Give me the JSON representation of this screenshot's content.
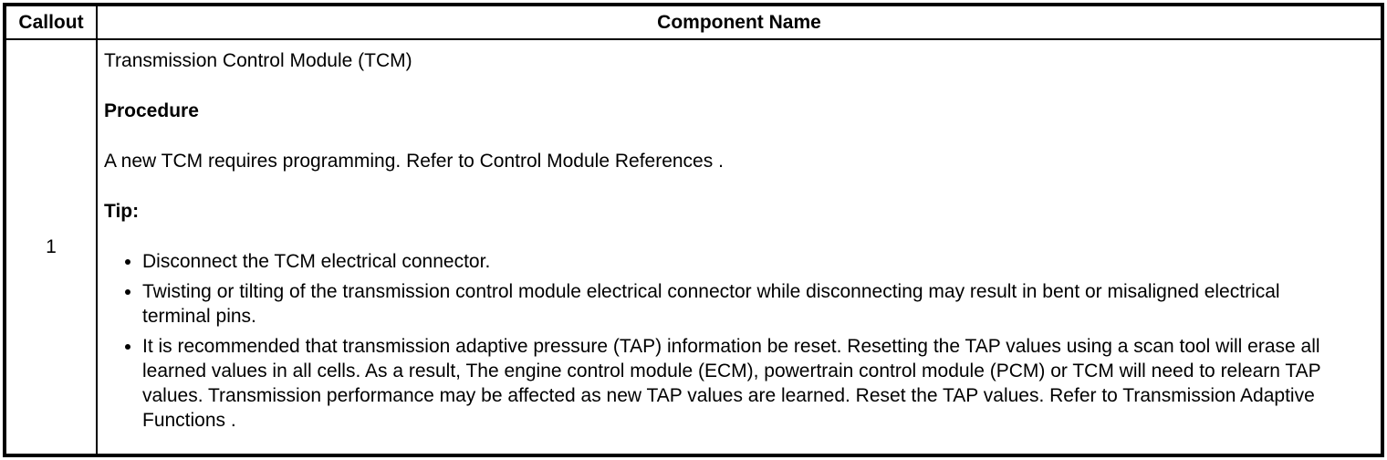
{
  "table": {
    "headers": {
      "callout": "Callout",
      "component_name": "Component Name"
    },
    "row": {
      "callout": "1",
      "component": {
        "title": "Transmission Control Module (TCM)",
        "procedure_heading": "Procedure",
        "procedure_text": "A new TCM requires programming. Refer to Control Module References .",
        "tip_heading": "Tip:",
        "tips": [
          "Disconnect the TCM electrical connector.",
          "Twisting or tilting of the transmission control module electrical connector while disconnecting may result in bent or misaligned electrical terminal pins.",
          "It is recommended that transmission adaptive pressure (TAP) information be reset. Resetting the TAP values using a scan tool will erase all learned values in all cells. As a result, The engine control module (ECM), powertrain control module (PCM) or TCM will need to relearn TAP values. Transmission performance may be affected as new TAP values are learned. Reset the TAP values. Refer to Transmission Adaptive Functions ."
        ]
      }
    }
  }
}
